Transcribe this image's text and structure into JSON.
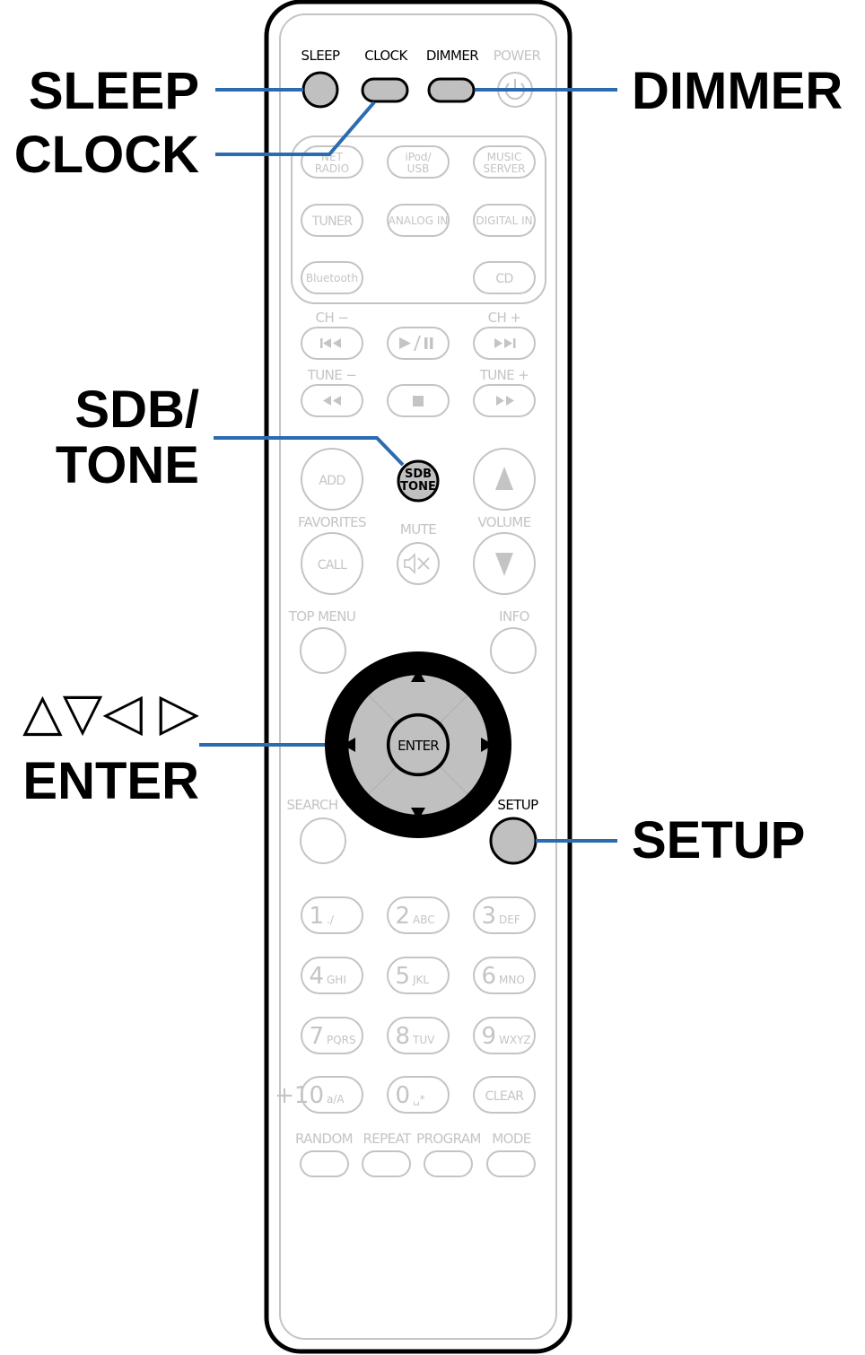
{
  "callouts": {
    "sleep": "SLEEP",
    "clock": "CLOCK",
    "dimmer": "DIMMER",
    "sdb_line1": "SDB/",
    "sdb_line2": "TONE",
    "arrows": "△▽◁ ▷",
    "enter": "ENTER",
    "setup": "SETUP"
  },
  "remote": {
    "top_labels": {
      "sleep": "SLEEP",
      "clock": "CLOCK",
      "dimmer": "DIMMER",
      "power": "POWER"
    },
    "sources": {
      "net_radio_1": "NET",
      "net_radio_2": "RADIO",
      "ipod_1": "iPod/",
      "ipod_2": "USB",
      "music_1": "MUSIC",
      "music_2": "SERVER",
      "tuner": "TUNER",
      "analog_in": "ANALOG IN",
      "digital_in": "DIGITAL IN",
      "bluetooth": "Bluetooth",
      "cd": "CD"
    },
    "transport": {
      "ch_minus": "CH −",
      "ch_plus": "CH +",
      "tune_minus": "TUNE −",
      "tune_plus": "TUNE +"
    },
    "sdb_btn_1": "SDB",
    "sdb_btn_2": "TONE",
    "add": "ADD",
    "favorites": "FAVORITES",
    "call": "CALL",
    "mute": "MUTE",
    "volume": "VOLUME",
    "top_menu": "TOP MENU",
    "info": "INFO",
    "enter_btn": "ENTER",
    "search": "SEARCH",
    "setup_btn": "SETUP",
    "keypad": [
      {
        "num": "1",
        "sub": "./"
      },
      {
        "num": "2",
        "sub": "ABC"
      },
      {
        "num": "3",
        "sub": "DEF"
      },
      {
        "num": "4",
        "sub": "GHI"
      },
      {
        "num": "5",
        "sub": "JKL"
      },
      {
        "num": "6",
        "sub": "MNO"
      },
      {
        "num": "7",
        "sub": "PQRS"
      },
      {
        "num": "8",
        "sub": "TUV"
      },
      {
        "num": "9",
        "sub": "WXYZ"
      },
      {
        "num": "+10",
        "sub": "a/A"
      },
      {
        "num": "0",
        "sub": "␣*"
      },
      {
        "num": "",
        "sub": "CLEAR"
      }
    ],
    "bottom": {
      "random": "RANDOM",
      "repeat": "REPEAT",
      "program": "PROGRAM",
      "mode": "MODE"
    }
  },
  "colors": {
    "leader": "#2b6cb0",
    "highlight_button": "#c0c0c0",
    "faint": "#c4c4c4"
  }
}
